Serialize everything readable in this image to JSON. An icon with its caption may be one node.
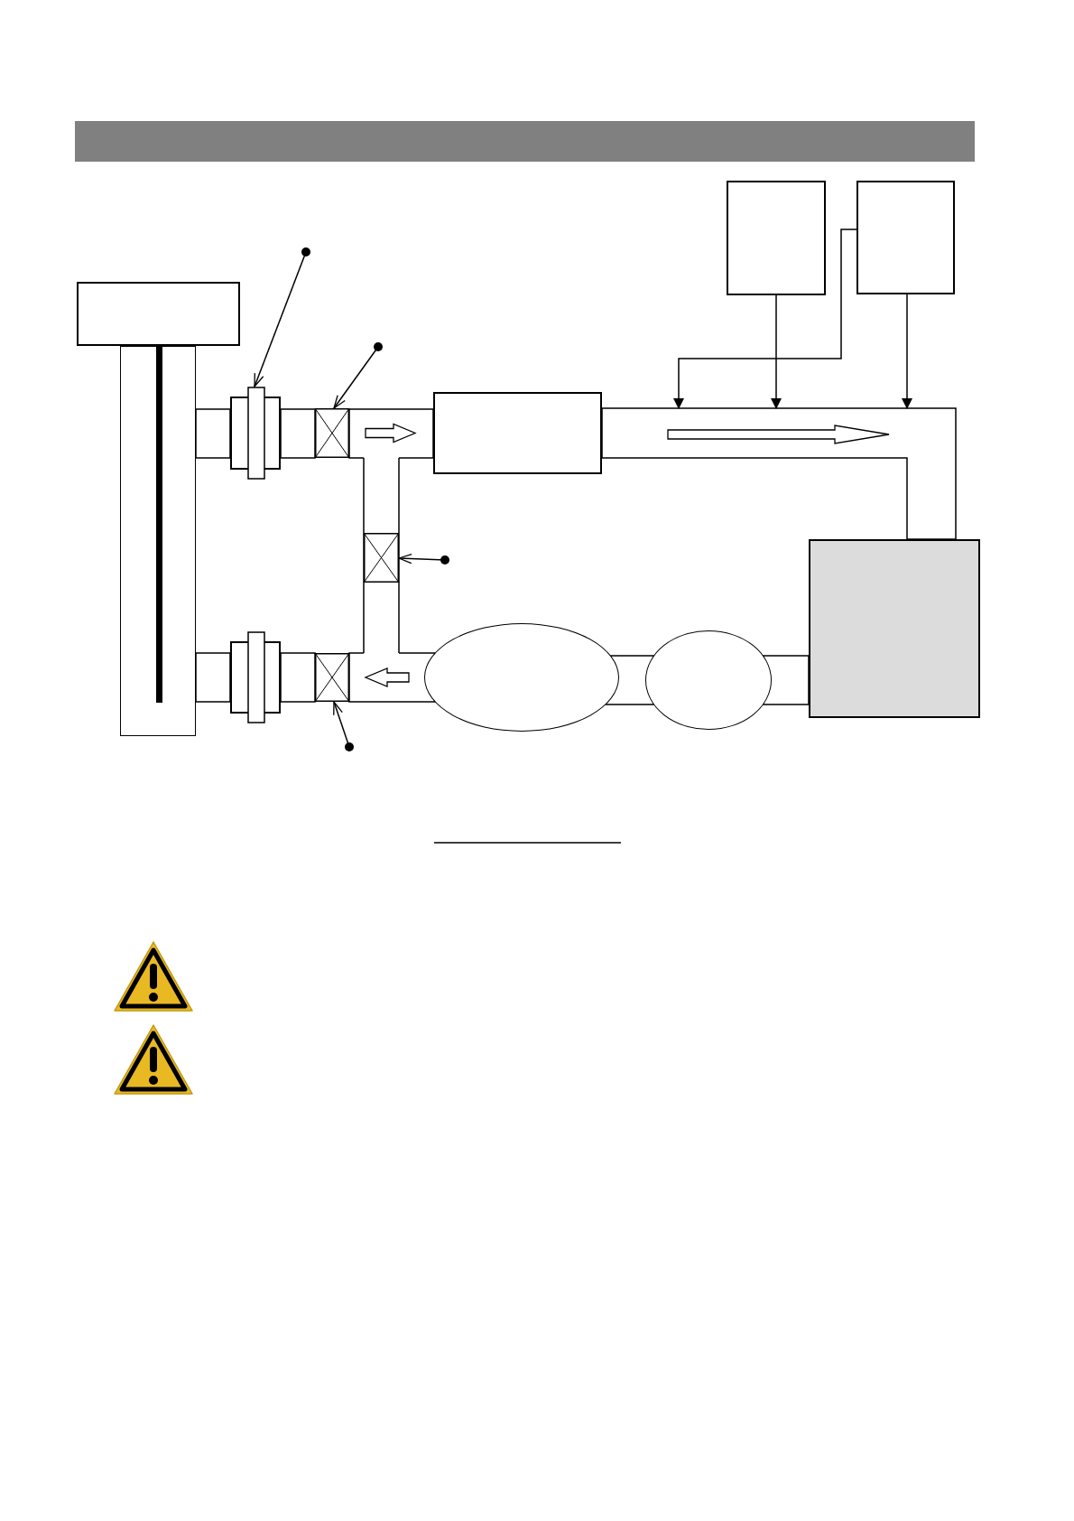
{
  "diagram": {
    "nodes": [
      {
        "text": [],
        "shape": "box"
      },
      {
        "text": [],
        "shape": "box"
      },
      {
        "text": [],
        "shape": "box"
      },
      {
        "text": [],
        "shape": "box"
      },
      {
        "text": [],
        "shape": "box"
      },
      {
        "text": [],
        "shape": "box"
      },
      {
        "text": [],
        "shape": "box"
      },
      {
        "text": [],
        "shape": "box"
      },
      {
        "text": [],
        "shape": "box"
      },
      {
        "text": [],
        "shape": "box"
      },
      {
        "text": [],
        "shape": "circle"
      },
      {
        "text": [],
        "shape": "circle"
      },
      {
        "text": [],
        "shape": "box"
      }
    ],
    "edges": [
      {
        "from": null,
        "to": 2,
        "arrow": "to"
      },
      {
        "from": null,
        "to": 4,
        "arrow": "to"
      },
      {
        "from": null,
        "to": 5,
        "arrow": "to"
      },
      {
        "from": null,
        "to": 6,
        "arrow": "to"
      },
      {
        "from": 8,
        "to": null,
        "arrow": "to"
      },
      {
        "from": 9,
        "to": null,
        "arrow": "to"
      },
      {
        "from": 9,
        "to": null,
        "arrow": "to"
      },
      {
        "from": 4,
        "to": 7,
        "arrow": "to"
      },
      {
        "from": 10,
        "to": 6,
        "arrow": "to"
      },
      {
        "from": 1,
        "to": 2,
        "arrow": "none"
      },
      {
        "from": 2,
        "to": 4,
        "arrow": "none"
      },
      {
        "from": 4,
        "to": 7,
        "arrow": "none"
      },
      {
        "from": 7,
        "to": 12,
        "arrow": "none"
      },
      {
        "from": 1,
        "to": 3,
        "arrow": "none"
      },
      {
        "from": 3,
        "to": 6,
        "arrow": "none"
      },
      {
        "from": 6,
        "to": 10,
        "arrow": "none"
      },
      {
        "from": 10,
        "to": 11,
        "arrow": "none"
      },
      {
        "from": 11,
        "to": 12,
        "arrow": "none"
      }
    ]
  }
}
